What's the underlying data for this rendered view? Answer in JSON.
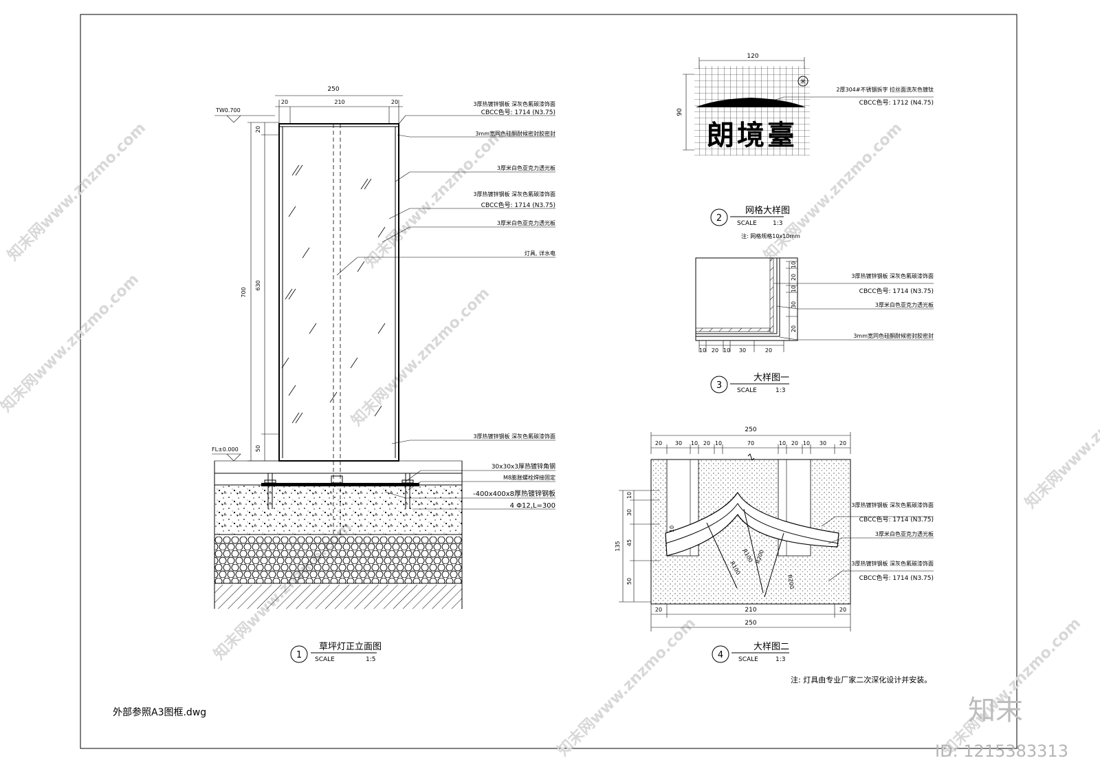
{
  "footer": {
    "xref": "外部参照A3图框.dwg",
    "brand": "知末",
    "id": "ID: 1215383313"
  },
  "watermark": "知末网www.znzmo.com",
  "d1": {
    "num": "1",
    "title": "草坪灯正立面图",
    "scale_label": "SCALE",
    "scale": "1:5",
    "lvl_top": "TW0.700",
    "lvl_bot": "FL±0.000",
    "dims": [
      "250",
      "20",
      "210",
      "20",
      "20",
      "700",
      "630",
      "50"
    ],
    "notes": [
      "3厚热镀锌钢板 深灰色氟碳漆饰面",
      "CBCC色号: 1714  (N3.75)",
      "3mm宽同色硅酮耐候密封胶密封",
      "3厚米白色亚克力透光板",
      "3厚热镀锌钢板 深灰色氟碳漆饰面",
      "CBCC色号: 1714  (N3.75)",
      "3厚米白色亚克力透光板",
      "灯具, 详水电",
      "3厚热镀锌钢板 深灰色氟碳漆饰面",
      "30x30x3厚热镀锌角钢",
      "M8膨胀螺栓焊接固定",
      "-400x400x8厚热镀锌钢板",
      "4 Φ12,L=300"
    ]
  },
  "d2": {
    "num": "2",
    "title": "网格大样图",
    "scale_label": "SCALE",
    "scale": "1:3",
    "note": "注: 网格规格10x10mm",
    "dim_w": "120",
    "dim_h": "90",
    "logo": "朗境臺",
    "notes": [
      "2厚304#不锈钢拆字 拉丝面洗灰色镀钛",
      "CBCC色号: 1712 (N4.75)"
    ]
  },
  "d3": {
    "num": "3",
    "title": "大样图一",
    "scale_label": "SCALE",
    "scale": "1:3",
    "dims_v": [
      "10",
      "20",
      "10",
      "30",
      "20"
    ],
    "dims_h": [
      "10",
      "20",
      "10",
      "30",
      "20"
    ],
    "notes": [
      "3厚热镀锌钢板 深灰色氟碳漆饰面",
      "CBCC色号: 1714  (N3.75)",
      "3厚米白色亚克力透光板",
      "3mm宽同色硅酮耐候密封胶密封"
    ]
  },
  "d4": {
    "num": "4",
    "title": "大样图二",
    "scale_label": "SCALE",
    "scale": "1:3",
    "dim_top": "250",
    "dims_top": [
      "20",
      "30",
      "10",
      "20",
      "10",
      "70",
      "10",
      "20",
      "10",
      "30",
      "20"
    ],
    "dims_left": [
      "10",
      "30",
      "45",
      "50"
    ],
    "dim_left_total": "135",
    "dims_bot": [
      "20",
      "210",
      "20"
    ],
    "dim_bot_total": "250",
    "radii": [
      "R100",
      "R100",
      "R200",
      "R200"
    ],
    "label_10": "10",
    "notes": [
      "3厚热镀锌钢板 深灰色氟碳漆饰面",
      "CBCC色号: 1714  (N3.75)",
      "3厚米白色亚克力透光板",
      "3厚热镀锌钢板 深灰色氟碳漆饰面",
      "CBCC色号: 1714  (N3.75)"
    ]
  },
  "general_note": "注: 灯具由专业厂家二次深化设计并安装。"
}
